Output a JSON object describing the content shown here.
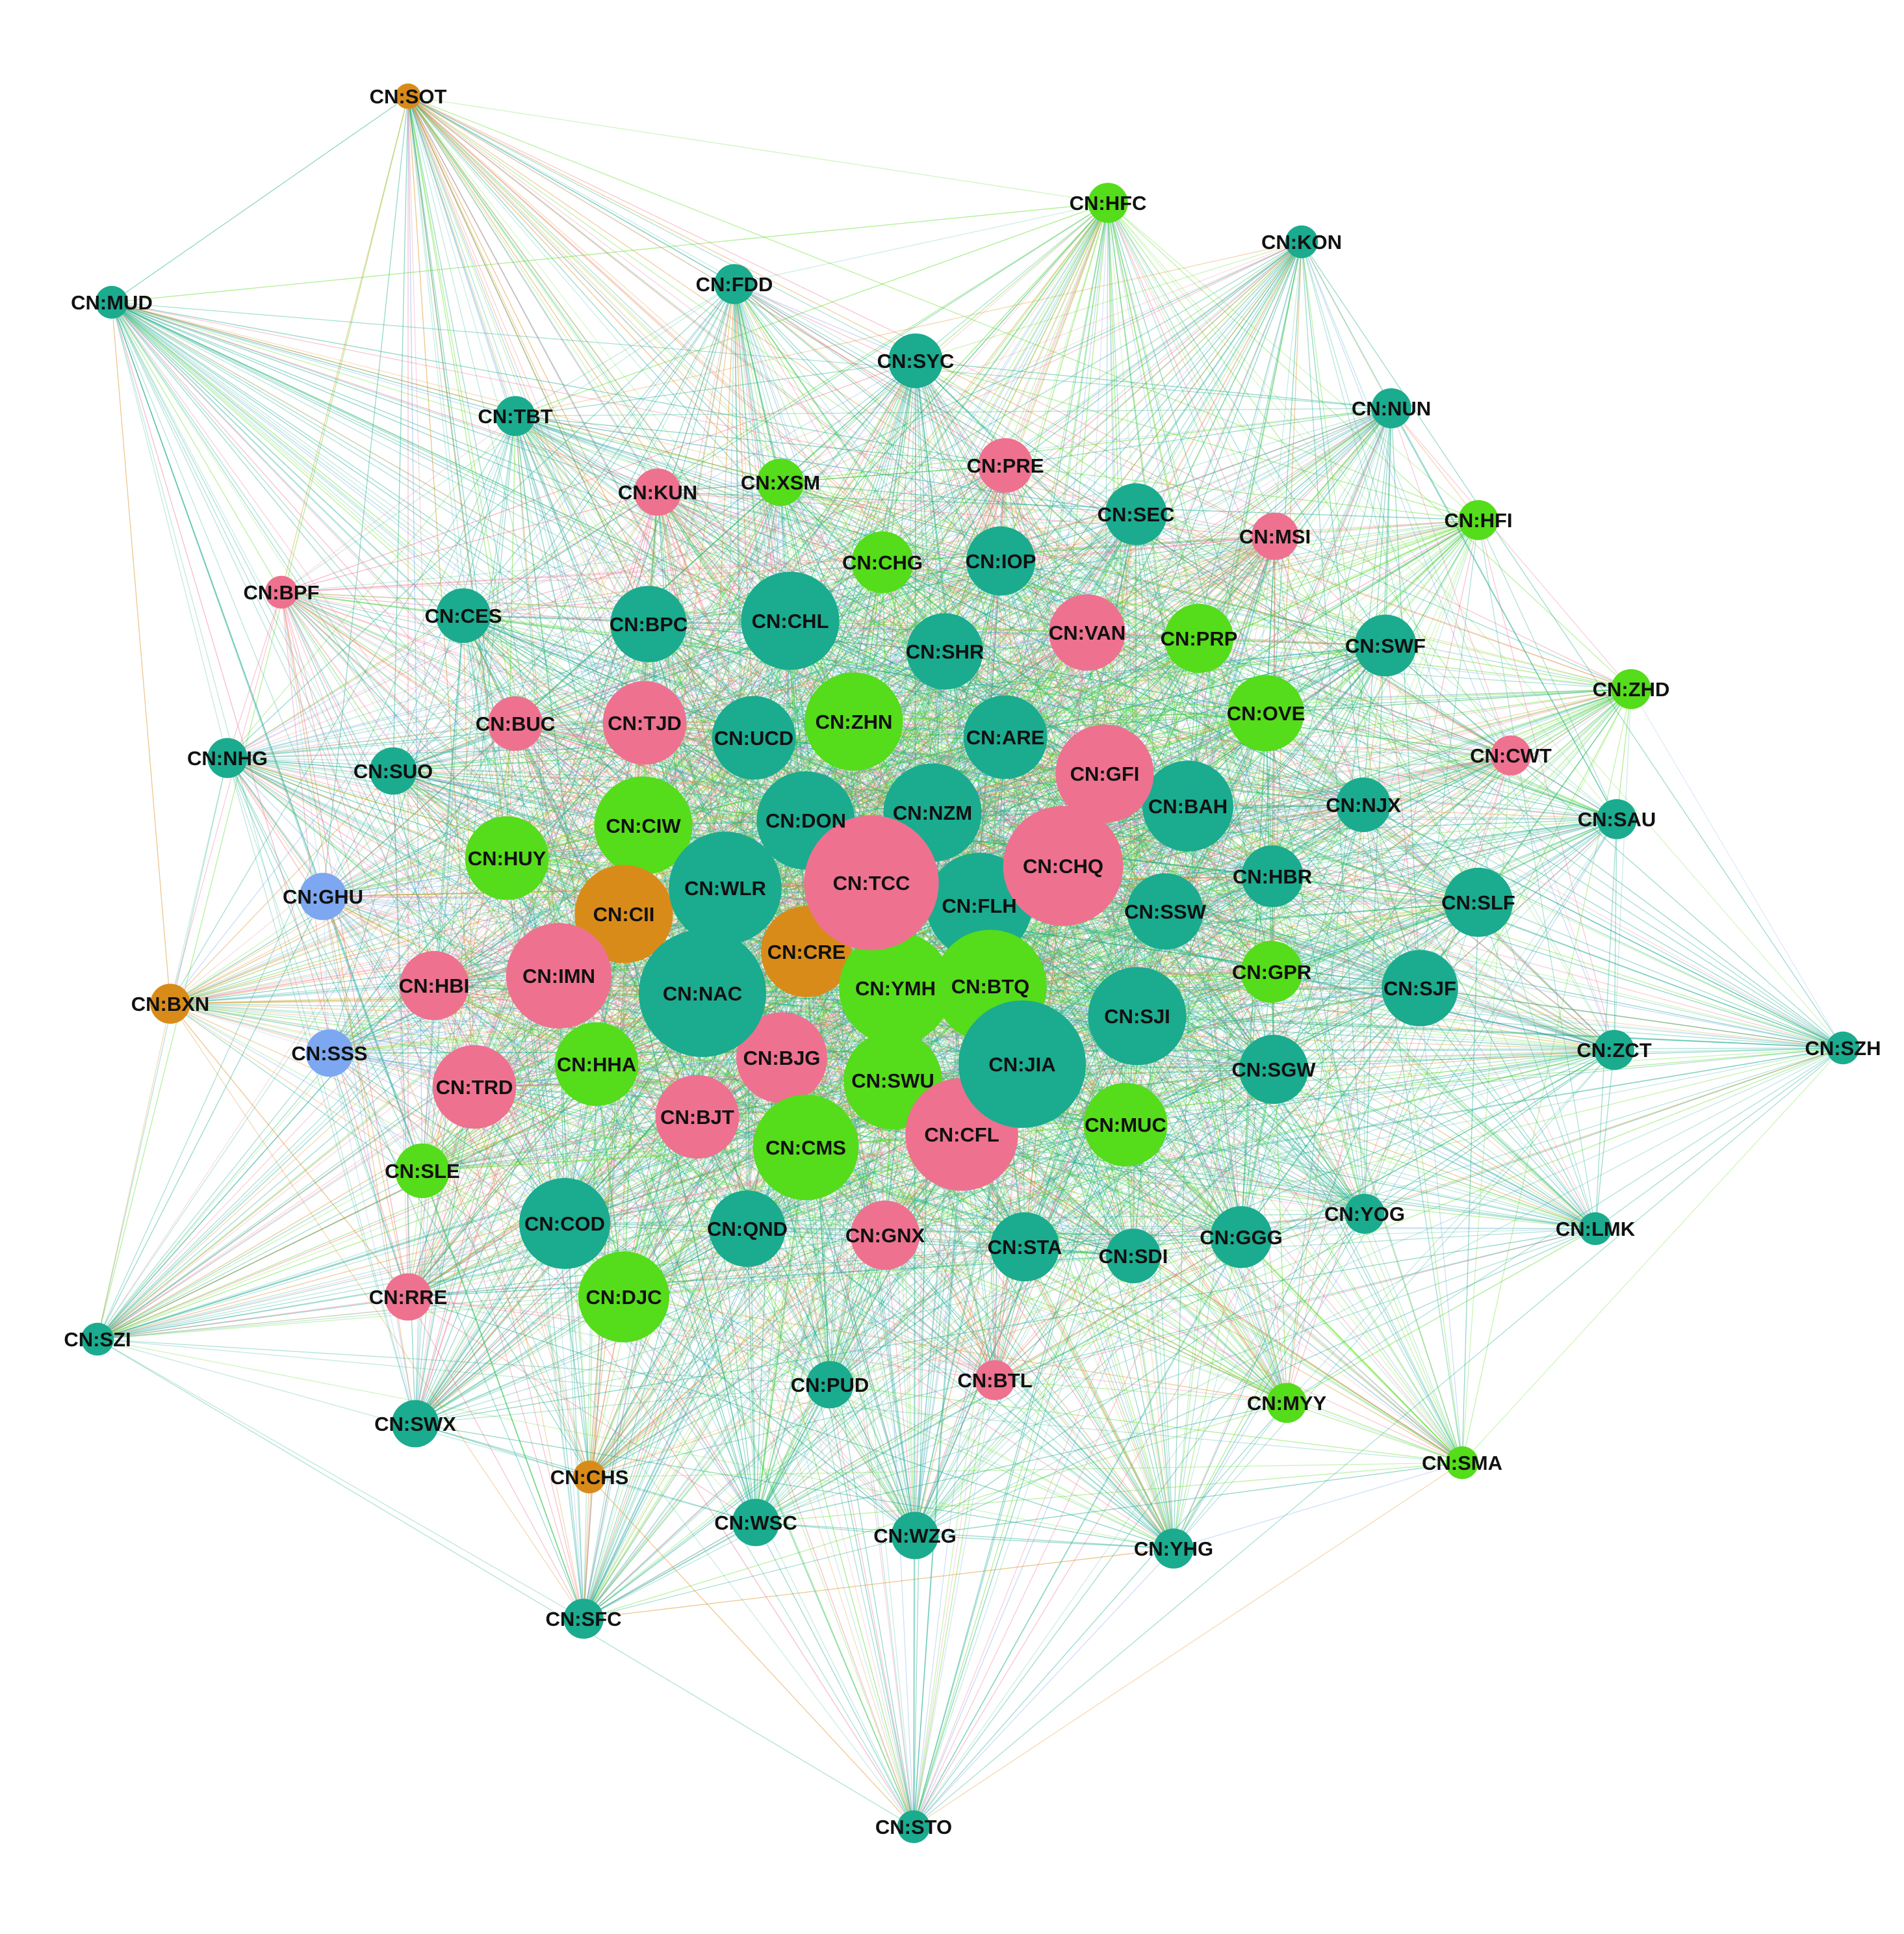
{
  "palette": {
    "teal": "#1bab8f",
    "green": "#55dc1b",
    "pink": "#ee7190",
    "orange": "#d98b1a",
    "blue": "#7da7f0",
    "label": "#111111",
    "background": "#ffffff"
  },
  "nodes": [
    {
      "label": "CN:SOT",
      "group": "orange",
      "weight": 1
    },
    {
      "label": "CN:HFC",
      "group": "green",
      "weight": 3
    },
    {
      "label": "CN:KON",
      "group": "teal",
      "weight": 2
    },
    {
      "label": "CN:MUD",
      "group": "teal",
      "weight": 2
    },
    {
      "label": "CN:FDD",
      "group": "teal",
      "weight": 3
    },
    {
      "label": "CN:SYC",
      "group": "teal",
      "weight": 5
    },
    {
      "label": "CN:NUN",
      "group": "teal",
      "weight": 3
    },
    {
      "label": "CN:TBT",
      "group": "teal",
      "weight": 3
    },
    {
      "label": "CN:PRE",
      "group": "pink",
      "weight": 5
    },
    {
      "label": "CN:KUN",
      "group": "pink",
      "weight": 4
    },
    {
      "label": "CN:XSM",
      "group": "green",
      "weight": 4
    },
    {
      "label": "CN:SEC",
      "group": "teal",
      "weight": 6
    },
    {
      "label": "CN:MSI",
      "group": "pink",
      "weight": 4
    },
    {
      "label": "CN:HFI",
      "group": "green",
      "weight": 3
    },
    {
      "label": "CN:CHG",
      "group": "green",
      "weight": 6
    },
    {
      "label": "CN:IOP",
      "group": "teal",
      "weight": 7
    },
    {
      "label": "CN:BPF",
      "group": "pink",
      "weight": 2
    },
    {
      "label": "CN:CES",
      "group": "teal",
      "weight": 5
    },
    {
      "label": "CN:BPC",
      "group": "teal",
      "weight": 8
    },
    {
      "label": "CN:CHL",
      "group": "teal",
      "weight": 11
    },
    {
      "label": "CN:SHR",
      "group": "teal",
      "weight": 8
    },
    {
      "label": "CN:VAN",
      "group": "pink",
      "weight": 8
    },
    {
      "label": "CN:PRP",
      "group": "green",
      "weight": 7
    },
    {
      "label": "CN:SWF",
      "group": "teal",
      "weight": 6
    },
    {
      "label": "CN:ZHD",
      "group": "green",
      "weight": 3
    },
    {
      "label": "CN:BUC",
      "group": "pink",
      "weight": 5
    },
    {
      "label": "CN:TJD",
      "group": "pink",
      "weight": 9
    },
    {
      "label": "CN:UCD",
      "group": "teal",
      "weight": 9
    },
    {
      "label": "CN:ZHN",
      "group": "green",
      "weight": 11
    },
    {
      "label": "CN:ARE",
      "group": "teal",
      "weight": 9
    },
    {
      "label": "CN:OVE",
      "group": "green",
      "weight": 8
    },
    {
      "label": "CN:CWT",
      "group": "pink",
      "weight": 3
    },
    {
      "label": "CN:NHG",
      "group": "teal",
      "weight": 3
    },
    {
      "label": "CN:SUO",
      "group": "teal",
      "weight": 4
    },
    {
      "label": "CN:GFI",
      "group": "pink",
      "weight": 11
    },
    {
      "label": "CN:DON",
      "group": "teal",
      "weight": 11
    },
    {
      "label": "CN:NZM",
      "group": "teal",
      "weight": 11
    },
    {
      "label": "CN:BAH",
      "group": "teal",
      "weight": 10
    },
    {
      "label": "CN:NJX",
      "group": "teal",
      "weight": 5
    },
    {
      "label": "CN:SAU",
      "group": "teal",
      "weight": 3
    },
    {
      "label": "CN:CIW",
      "group": "green",
      "weight": 11
    },
    {
      "label": "CN:HUY",
      "group": "green",
      "weight": 9
    },
    {
      "label": "CN:TCC",
      "group": "pink",
      "weight": 16
    },
    {
      "label": "CN:CHQ",
      "group": "pink",
      "weight": 14
    },
    {
      "label": "CN:WLR",
      "group": "teal",
      "weight": 13
    },
    {
      "label": "CN:HBR",
      "group": "teal",
      "weight": 6
    },
    {
      "label": "CN:GHU",
      "group": "blue",
      "weight": 4
    },
    {
      "label": "CN:CII",
      "group": "orange",
      "weight": 11
    },
    {
      "label": "CN:FLH",
      "group": "teal",
      "weight": 12
    },
    {
      "label": "CN:SSW",
      "group": "teal",
      "weight": 8
    },
    {
      "label": "CN:SLF",
      "group": "teal",
      "weight": 7
    },
    {
      "label": "CN:CRE",
      "group": "orange",
      "weight": 10
    },
    {
      "label": "CN:IMN",
      "group": "pink",
      "weight": 12
    },
    {
      "label": "CN:HBI",
      "group": "pink",
      "weight": 7
    },
    {
      "label": "CN:YMH",
      "group": "green",
      "weight": 13
    },
    {
      "label": "CN:BTQ",
      "group": "green",
      "weight": 13
    },
    {
      "label": "CN:GPR",
      "group": "green",
      "weight": 6
    },
    {
      "label": "CN:BXN",
      "group": "orange",
      "weight": 3
    },
    {
      "label": "CN:NAC",
      "group": "teal",
      "weight": 15
    },
    {
      "label": "CN:SJF",
      "group": "teal",
      "weight": 8
    },
    {
      "label": "CN:SJI",
      "group": "teal",
      "weight": 11
    },
    {
      "label": "CN:SZH",
      "group": "teal",
      "weight": 2
    },
    {
      "label": "CN:ZCT",
      "group": "teal",
      "weight": 3
    },
    {
      "label": "CN:SSS",
      "group": "blue",
      "weight": 4
    },
    {
      "label": "CN:HHA",
      "group": "green",
      "weight": 9
    },
    {
      "label": "CN:BJG",
      "group": "pink",
      "weight": 10
    },
    {
      "label": "CN:JIA",
      "group": "teal",
      "weight": 15
    },
    {
      "label": "CN:SGW",
      "group": "teal",
      "weight": 7
    },
    {
      "label": "CN:TRD",
      "group": "pink",
      "weight": 9
    },
    {
      "label": "CN:SWU",
      "group": "green",
      "weight": 11
    },
    {
      "label": "CN:BJT",
      "group": "pink",
      "weight": 9
    },
    {
      "label": "CN:CFL",
      "group": "pink",
      "weight": 13
    },
    {
      "label": "CN:MUC",
      "group": "green",
      "weight": 9
    },
    {
      "label": "CN:CMS",
      "group": "green",
      "weight": 12
    },
    {
      "label": "CN:SLE",
      "group": "green",
      "weight": 5
    },
    {
      "label": "CN:YOG",
      "group": "teal",
      "weight": 3
    },
    {
      "label": "CN:COD",
      "group": "teal",
      "weight": 10
    },
    {
      "label": "CN:QND",
      "group": "teal",
      "weight": 8
    },
    {
      "label": "CN:GNX",
      "group": "pink",
      "weight": 7
    },
    {
      "label": "CN:STA",
      "group": "teal",
      "weight": 7
    },
    {
      "label": "CN:SDI",
      "group": "teal",
      "weight": 5
    },
    {
      "label": "CN:GGG",
      "group": "teal",
      "weight": 6
    },
    {
      "label": "CN:LMK",
      "group": "teal",
      "weight": 2
    },
    {
      "label": "CN:RRE",
      "group": "pink",
      "weight": 4
    },
    {
      "label": "CN:DJC",
      "group": "green",
      "weight": 10
    },
    {
      "label": "CN:SZI",
      "group": "teal",
      "weight": 2
    },
    {
      "label": "CN:PUD",
      "group": "teal",
      "weight": 4
    },
    {
      "label": "CN:BTL",
      "group": "pink",
      "weight": 3
    },
    {
      "label": "CN:MYY",
      "group": "green",
      "weight": 3
    },
    {
      "label": "CN:SWX",
      "group": "teal",
      "weight": 4
    },
    {
      "label": "CN:SMA",
      "group": "green",
      "weight": 2
    },
    {
      "label": "CN:CHS",
      "group": "orange",
      "weight": 2
    },
    {
      "label": "CN:WSC",
      "group": "teal",
      "weight": 4
    },
    {
      "label": "CN:WZG",
      "group": "teal",
      "weight": 4
    },
    {
      "label": "CN:YHG",
      "group": "teal",
      "weight": 3
    },
    {
      "label": "CN:SFC",
      "group": "teal",
      "weight": 3
    },
    {
      "label": "CN:STO",
      "group": "teal",
      "weight": 2
    }
  ]
}
